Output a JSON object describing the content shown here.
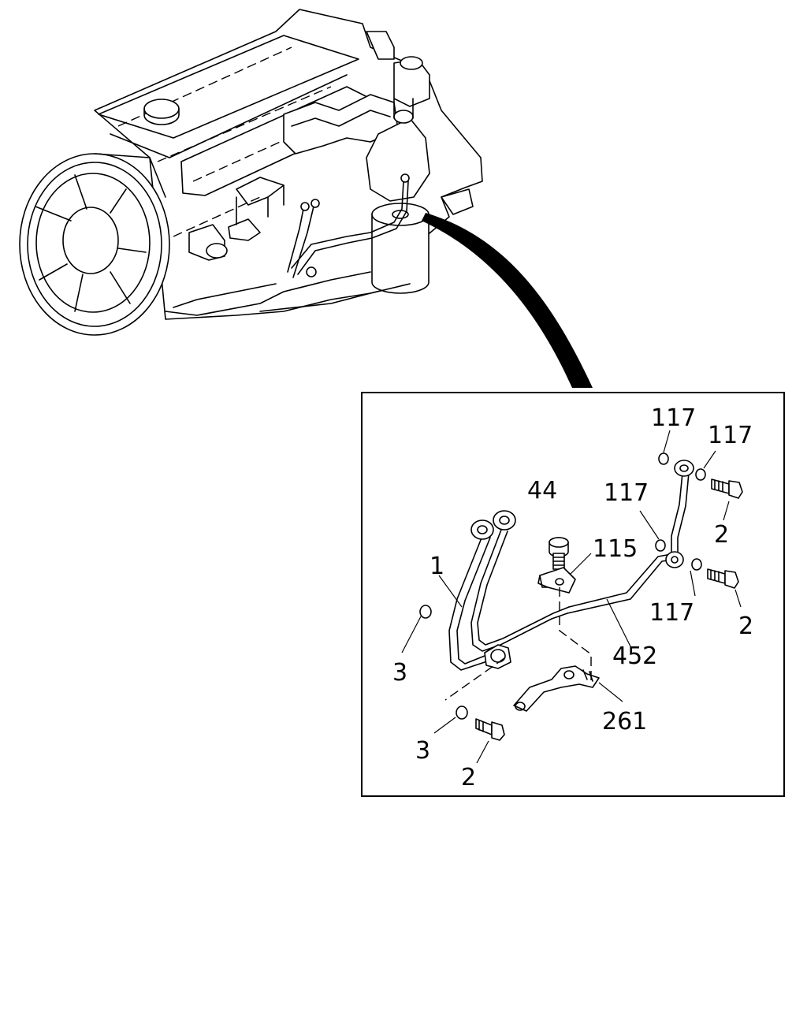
{
  "labels": {
    "c1": "1",
    "c2a": "2",
    "c2b": "2",
    "c2c": "2",
    "c3a": "3",
    "c3b": "3",
    "c44": "44",
    "c115": "115",
    "c117a": "117",
    "c117b": "117",
    "c117c": "117",
    "c117d": "117",
    "c261": "261",
    "c452": "452"
  },
  "colors": {
    "line": "#000000",
    "background": "#ffffff"
  }
}
